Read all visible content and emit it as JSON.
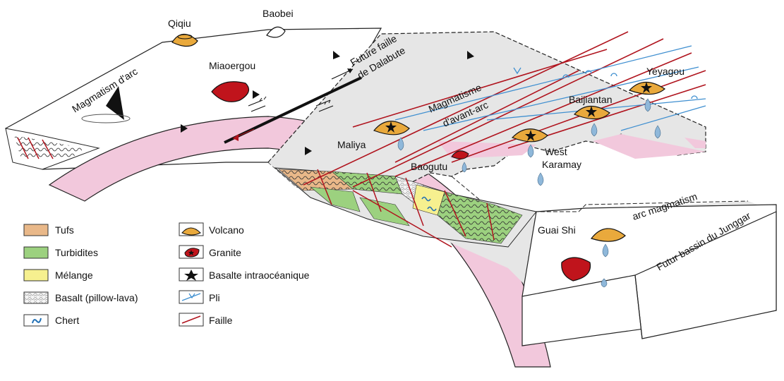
{
  "colors": {
    "tufs": "#e9b889",
    "turbidites": "#9cd17f",
    "melange": "#f6f08f",
    "basalt": "#ececec",
    "volcano": "#e9a93c",
    "granite": "#c0141c",
    "slab": "#f2c8dc",
    "fault": "#b0141e",
    "fold": "#3f8fd0",
    "plate": "#e6e6e6",
    "drop": "#8fb8da"
  },
  "labels": {
    "qiqiu": "Qiqiu",
    "baobei": "Baobei",
    "miaoergou": "Miaoergou",
    "magmatism_arc": "Magmatism d'arc",
    "future_faille_1": "Future faille",
    "future_faille_2": "de Dalabute",
    "magmatisme_avant_1": "Magmatisme",
    "magmatisme_avant_2": "d'avant-arc",
    "yeyagou": "Yeyagou",
    "baijiantan": "Baijiantan",
    "maliya": "Maliya",
    "west": "West",
    "karamay": "Karamay",
    "baogutu": "Baogutu",
    "arc_magmatism": "arc magmatism",
    "guai_shi": "Guai Shi",
    "futur_bassin": "Futur bassin du Junggar"
  },
  "legend_left": [
    {
      "label": "Tufs",
      "icon": "tufs-swatch"
    },
    {
      "label": "Turbidites",
      "icon": "turbidites-swatch"
    },
    {
      "label": "Mélange",
      "icon": "melange-swatch"
    },
    {
      "label": "Basalt (pillow-lava)",
      "icon": "basalt-swatch"
    },
    {
      "label": "Chert",
      "icon": "chert-icon"
    }
  ],
  "legend_right": [
    {
      "label": "Volcano",
      "icon": "volcano-icon"
    },
    {
      "label": "Granite",
      "icon": "granite-icon"
    },
    {
      "label": "Basalte intraocéanique",
      "icon": "star-icon"
    },
    {
      "label": "Pli",
      "icon": "fold-icon"
    },
    {
      "label": "Faille",
      "icon": "fault-icon"
    }
  ]
}
